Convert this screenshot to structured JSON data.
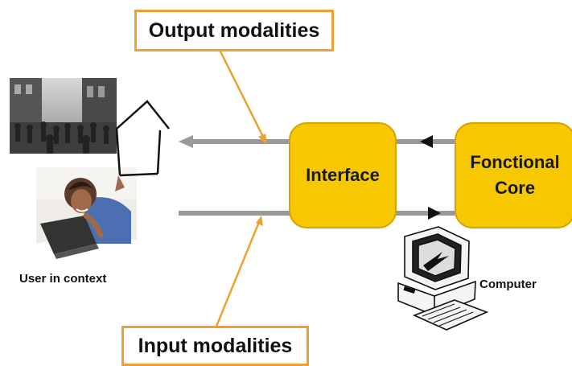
{
  "labels": {
    "output_modalities": "Output modalities",
    "input_modalities": "Input modalities",
    "interface": "Interface",
    "functional_core": [
      "Fonctional",
      "Core"
    ],
    "user_in_context": "User in context",
    "computer": "Computer"
  },
  "images": {
    "street_scene": "crowded-street-photo",
    "user_photo": "woman-with-laptop-photo",
    "house": "house-sketch-icon",
    "computer": "computer-clipart-icon"
  },
  "colors": {
    "label_border": "#f0a030",
    "module_fill": "#f7c800",
    "arrow_gray": "#999999",
    "orange_arrow": "#f0a030"
  }
}
